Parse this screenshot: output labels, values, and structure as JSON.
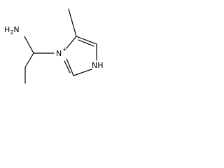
{
  "structure": {
    "atoms": {
      "amine": "H2N",
      "amine_h": "H",
      "amine_subscript": "2",
      "amine_n": "N",
      "ring_n_charged": "N",
      "charge": "+",
      "ring_nh": "NH"
    },
    "colors": {
      "bond": "#000000",
      "text": "#000000",
      "background": "#ffffff"
    }
  }
}
